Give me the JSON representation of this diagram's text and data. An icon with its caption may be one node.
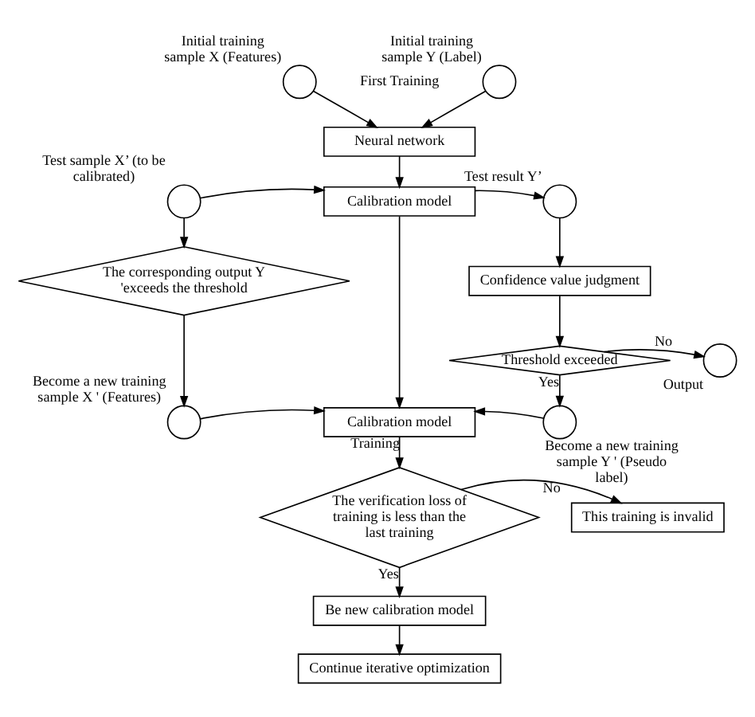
{
  "diagram": {
    "nodes": [
      {
        "text": [],
        "shape": "circle",
        "beside": [
          "Initial training sample X (Features)"
        ]
      },
      {
        "text": [],
        "shape": "circle",
        "beside": [
          "Initial training sample Y (Label)"
        ]
      },
      {
        "text": [
          "Neural network"
        ]
      },
      {
        "text": [],
        "shape": "circle",
        "beside": [
          "Test sample X’ (to be calibrated)"
        ]
      },
      {
        "text": [
          "Calibration model"
        ]
      },
      {
        "text": [],
        "shape": "circle",
        "beside": [
          "Test result Y’"
        ]
      },
      {
        "text": [
          "The corresponding output Y 'exceeds the threshold"
        ]
      },
      {
        "text": [
          "Confidence value judgment"
        ]
      },
      {
        "text": [
          "Threshold exceeded"
        ]
      },
      {
        "text": [],
        "shape": "circle",
        "beside": [
          "Output"
        ]
      },
      {
        "text": [],
        "shape": "circle",
        "beside": [
          "Become a new training sample X ' (Features)"
        ]
      },
      {
        "text": [
          "Calibration model"
        ]
      },
      {
        "text": [],
        "shape": "circle",
        "beside": [
          "Become a new training sample Y ' (Pseudo label)"
        ]
      },
      {
        "text": [
          "The verification loss of training is less than the last training"
        ]
      },
      {
        "text": [
          "This training is invalid"
        ]
      },
      {
        "text": [
          "Be new calibration model"
        ]
      },
      {
        "text": [
          "Continue iterative optimization"
        ]
      }
    ],
    "edges": [
      {
        "from": 0,
        "to": 2,
        "arrow": "to"
      },
      {
        "from": 1,
        "to": 2,
        "arrow": "to"
      },
      {
        "from": 2,
        "to": 4,
        "arrow": "to"
      },
      {
        "from": 3,
        "to": 4,
        "arrow": "to"
      },
      {
        "from": 4,
        "to": 5,
        "arrow": "to"
      },
      {
        "from": 3,
        "to": 6,
        "arrow": "to"
      },
      {
        "from": 5,
        "to": 7,
        "arrow": "to"
      },
      {
        "from": 7,
        "to": 8,
        "arrow": "to"
      },
      {
        "from": 8,
        "to": 9,
        "arrow": "to",
        "label": "No"
      },
      {
        "from": 8,
        "to": 12,
        "arrow": "to",
        "label": "Yes"
      },
      {
        "from": 6,
        "to": 10,
        "arrow": "to"
      },
      {
        "from": 4,
        "to": 11,
        "arrow": "to"
      },
      {
        "from": 10,
        "to": 11,
        "arrow": "to"
      },
      {
        "from": 12,
        "to": 11,
        "arrow": "to"
      },
      {
        "from": 11,
        "to": 13,
        "arrow": "to",
        "label": "Training"
      },
      {
        "from": 13,
        "to": 14,
        "arrow": "to",
        "label": "No"
      },
      {
        "from": 13,
        "to": 15,
        "arrow": "to",
        "label": "Yes"
      },
      {
        "from": 15,
        "to": 16,
        "arrow": "to"
      }
    ],
    "labels": [
      "First Training"
    ]
  }
}
